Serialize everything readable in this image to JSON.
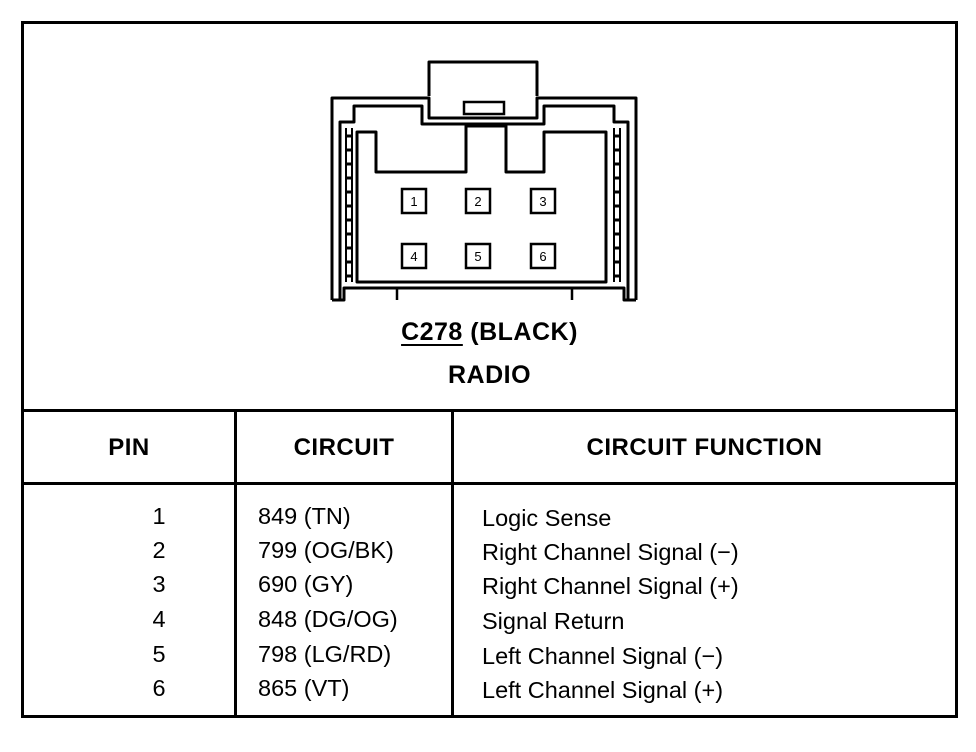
{
  "connector": {
    "code": "C278",
    "color_label": "(BLACK)",
    "component": "RADIO",
    "cavities": [
      "1",
      "2",
      "3",
      "4",
      "5",
      "6"
    ]
  },
  "table": {
    "headers": {
      "pin": "PIN",
      "circuit": "CIRCUIT",
      "function": "CIRCUIT FUNCTION"
    },
    "rows": [
      {
        "pin": "1",
        "circuit": "849 (TN)",
        "function": "Logic Sense"
      },
      {
        "pin": "2",
        "circuit": "799 (OG/BK)",
        "function": "Right Channel Signal (−)"
      },
      {
        "pin": "3",
        "circuit": "690 (GY)",
        "function": "Right Channel Signal (+)"
      },
      {
        "pin": "4",
        "circuit": "848 (DG/OG)",
        "function": "Signal Return"
      },
      {
        "pin": "5",
        "circuit": "798 (LG/RD)",
        "function": "Left Channel Signal (−)"
      },
      {
        "pin": "6",
        "circuit": "865 (VT)",
        "function": "Left Channel Signal (+)"
      }
    ]
  }
}
